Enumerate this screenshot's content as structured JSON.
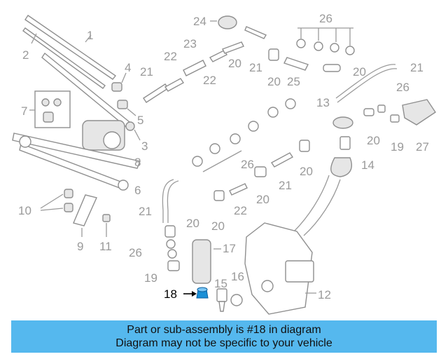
{
  "callouts": {
    "c1": "1",
    "c2": "2",
    "c3": "3",
    "c4": "4",
    "c5": "5",
    "c6": "6",
    "c7": "7",
    "c8": "8",
    "c9": "9",
    "c10": "10",
    "c11": "11",
    "c12": "12",
    "c13": "13",
    "c14": "14",
    "c15": "15",
    "c16": "16",
    "c17": "17",
    "c18": "18",
    "c19a": "19",
    "c19b": "19",
    "c20a": "20",
    "c20b": "20",
    "c20c": "20",
    "c20d": "20",
    "c20e": "20",
    "c20f": "20",
    "c20g": "20",
    "c20h": "20",
    "c21a": "21",
    "c21b": "21",
    "c21c": "21",
    "c21d": "21",
    "c21e": "21",
    "c22a": "22",
    "c22b": "22",
    "c22c": "22",
    "c23": "23",
    "c24": "24",
    "c25": "25",
    "c26a": "26",
    "c26b": "26",
    "c26c": "26",
    "c26d": "26",
    "c27": "27"
  },
  "highlight_color": "#1a8fd6",
  "banner": {
    "line1": "Part or sub-assembly is #18 in diagram",
    "line2": "Diagram may not be specific to your vehicle",
    "color": "#55b8ee"
  }
}
